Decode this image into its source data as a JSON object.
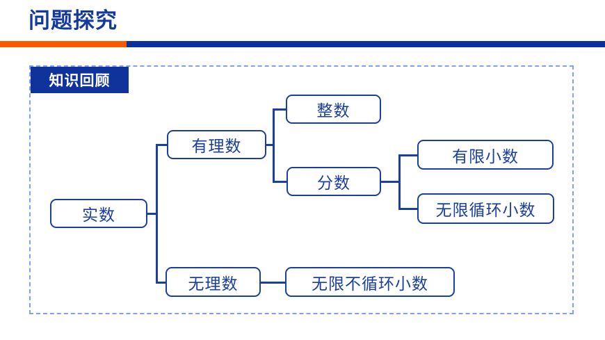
{
  "slide": {
    "title": "问题探究",
    "title_color": "#12399C",
    "divider": {
      "left_color": "#F95A00",
      "right_color": "#0A2F9E"
    }
  },
  "panel": {
    "badge_label": "知识回顾",
    "badge_bg": "#10339B",
    "badge_text_color": "#FFFFFF",
    "border_color": "#7DA3EF",
    "border_style": "dashed"
  },
  "diagram": {
    "type": "tree",
    "node_border_color": "#1B3FA0",
    "node_text_color": "#1B3FA0",
    "connector_color": "#1B3FA0",
    "root": "实数",
    "nodes": [
      {
        "id": "real",
        "label": "实数"
      },
      {
        "id": "rational",
        "label": "有理数"
      },
      {
        "id": "irrational",
        "label": "无理数"
      },
      {
        "id": "integer",
        "label": "整数"
      },
      {
        "id": "fraction",
        "label": "分数"
      },
      {
        "id": "finite-decimal",
        "label": "有限小数"
      },
      {
        "id": "repeating-decimal",
        "label": "无限循环小数"
      },
      {
        "id": "non-repeating-decimal",
        "label": "无限不循环小数"
      }
    ],
    "edges": [
      {
        "from": "real",
        "to": "rational"
      },
      {
        "from": "real",
        "to": "irrational"
      },
      {
        "from": "rational",
        "to": "integer"
      },
      {
        "from": "rational",
        "to": "fraction"
      },
      {
        "from": "fraction",
        "to": "finite-decimal"
      },
      {
        "from": "fraction",
        "to": "repeating-decimal"
      },
      {
        "from": "irrational",
        "to": "non-repeating-decimal"
      }
    ]
  }
}
